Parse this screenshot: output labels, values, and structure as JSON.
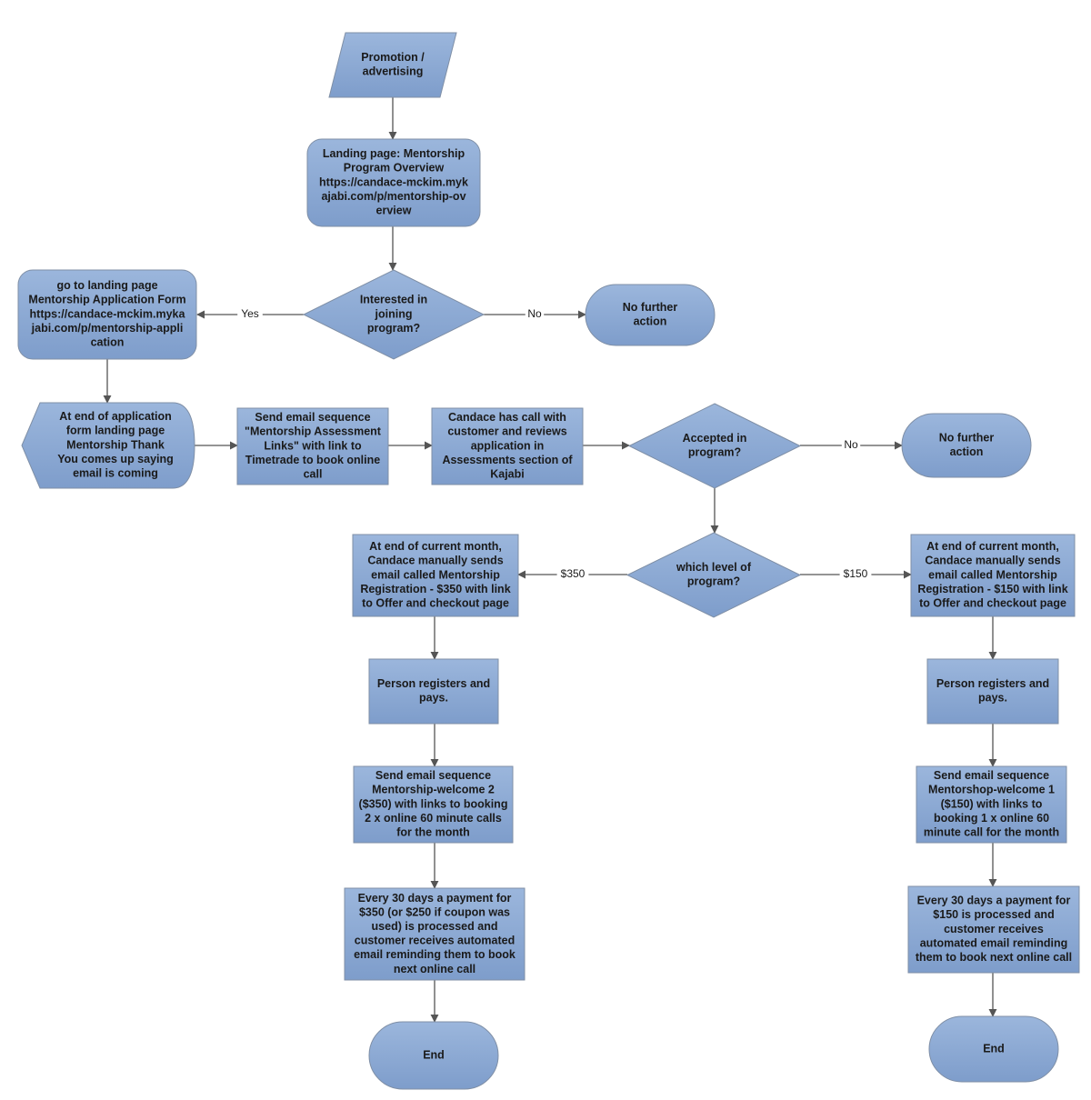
{
  "colors": {
    "node_fill_top": "#9bb6dc",
    "node_fill_bottom": "#7e9dcb",
    "node_stroke": "#7f8fa6",
    "edge": "#555555"
  },
  "nodes": {
    "promotion": [
      "Promotion /",
      "advertising"
    ],
    "landing_overview": [
      "Landing page:  Mentorship",
      "Program Overview",
      "https://candace-mckim.myk",
      "ajabi.com/p/mentorship-ov",
      "erview"
    ],
    "interested": [
      "Interested in",
      "joining",
      "program?"
    ],
    "no_action_1": [
      "No further",
      "action"
    ],
    "application_form": [
      "go to landing page",
      "Mentorship Application Form",
      "https://candace-mckim.myka",
      "jabi.com/p/mentorship-appli",
      "cation"
    ],
    "thank_you": [
      "At end of application",
      "form landing page",
      "Mentorship Thank",
      "You comes up saying",
      "email is coming"
    ],
    "assessment_email": [
      "Send email sequence",
      "\"Mentorship Assessment",
      "Links\" with link to",
      "Timetrade to book online",
      "call"
    ],
    "candace_call": [
      "Candace has call with",
      "customer and reviews",
      "application in",
      "Assessments section of",
      "Kajabi"
    ],
    "accepted": [
      "Accepted in",
      "program?"
    ],
    "no_action_2": [
      "No further",
      "action"
    ],
    "which_level": [
      "which level of",
      "program?"
    ],
    "reg_350": [
      "At end of current month,",
      "Candace manually sends",
      "email called  Mentorship",
      "Registration  - $350 with link",
      "to Offer and checkout page"
    ],
    "reg_150": [
      "At end of current month,",
      "Candace manually sends",
      "email called  Mentorship",
      "Registration  - $150 with link",
      "to Offer and checkout page"
    ],
    "pays_350": [
      "Person registers and",
      "pays."
    ],
    "pays_150": [
      "Person registers and",
      "pays."
    ],
    "welcome_350": [
      "Send email sequence",
      "Mentorship-welcome 2",
      "($350) with links to booking",
      "2 x online 60 minute calls",
      "for the  month"
    ],
    "welcome_150": [
      "Send email sequence",
      "Mentorshop-welcome 1",
      "($150) with links to",
      "booking 1 x online 60",
      "minute call for the month"
    ],
    "payment_350": [
      "Every 30 days a payment  for",
      "$350 (or $250 if coupon was",
      "used) is processed and",
      "customer receives automated",
      "email reminding them to book",
      "next online call"
    ],
    "payment_150": [
      "Every 30 days a payment  for",
      "$150 is processed and",
      "customer receives",
      "automated  email reminding",
      "them to book next online call"
    ],
    "end_350": [
      "End"
    ],
    "end_150": [
      "End"
    ]
  },
  "edge_labels": {
    "yes": "Yes",
    "no_1": "No",
    "no_2": "No",
    "price_350": "$350",
    "price_150": "$150"
  }
}
